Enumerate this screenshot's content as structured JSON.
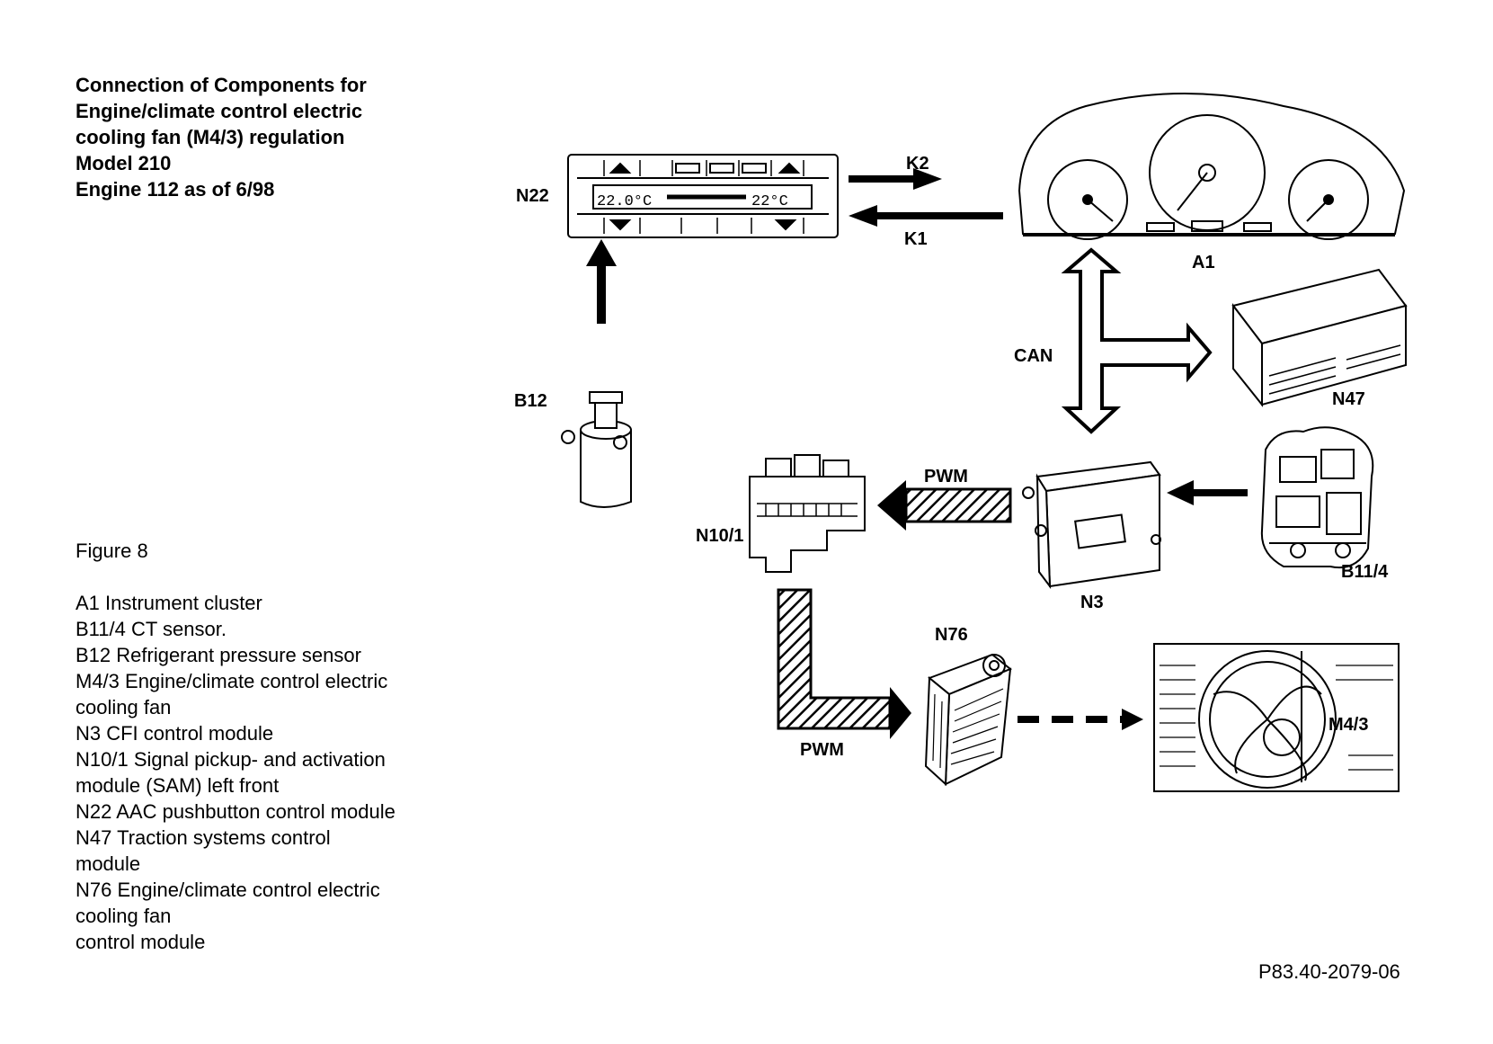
{
  "title_lines": [
    "Connection of Components for",
    "Engine/climate control electric",
    "cooling fan (M4/3) regulation",
    "Model 210",
    "Engine 112 as of 6/98"
  ],
  "figure_label": "Figure 8",
  "legend_lines": [
    "A1 Instrument cluster",
    "B11/4 CT sensor.",
    "B12 Refrigerant pressure sensor",
    "M4/3 Engine/climate control electric",
    "cooling fan",
    "N3 CFI control module",
    "N10/1 Signal pickup- and activation",
    "module (SAM) left front",
    "N22 AAC pushbutton control module",
    "N47 Traction systems control",
    "module",
    "N76 Engine/climate control electric",
    "cooling fan",
    "control module"
  ],
  "reference_code": "P83.40-2079-06",
  "components": {
    "n22": "N22",
    "a1": "A1",
    "b12": "B12",
    "n47": "N47",
    "n10_1": "N10/1",
    "n3": "N3",
    "b11_4": "B11/4",
    "n76": "N76",
    "m4_3": "M4/3"
  },
  "signals": {
    "k2": "K2",
    "k1": "K1",
    "can": "CAN",
    "pwm_top": "PWM",
    "pwm_bottom": "PWM"
  },
  "n22_display": {
    "temp_left": "22.0°C",
    "temp_right": "22°C"
  }
}
